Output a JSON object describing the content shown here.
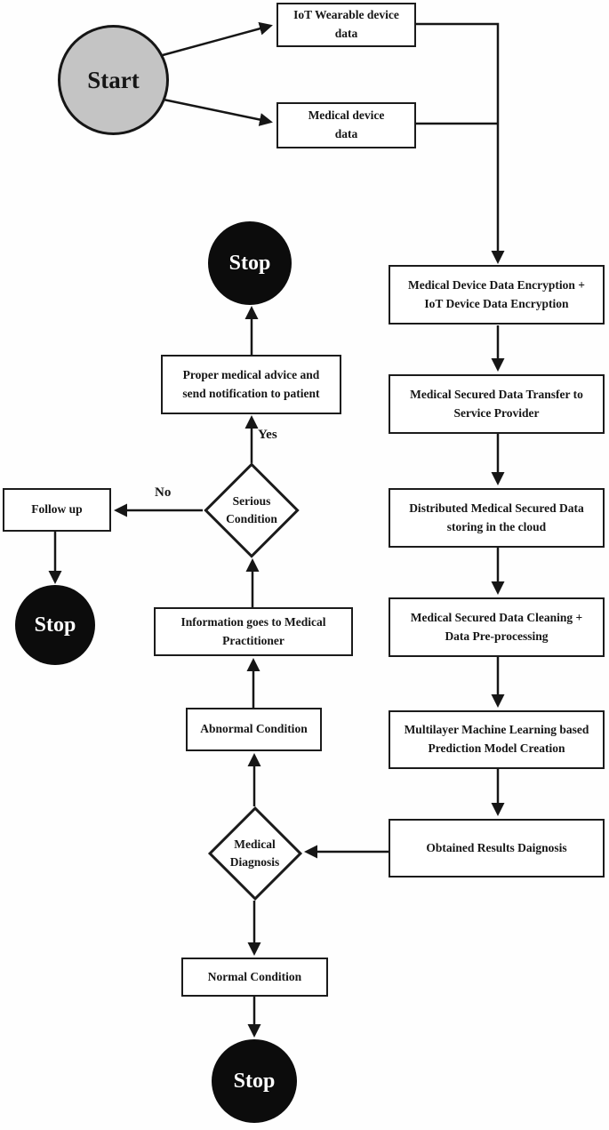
{
  "diagram": {
    "nodes": {
      "start": {
        "label": "Start"
      },
      "iot_data": {
        "label": [
          "IoT Wearable device",
          "data"
        ]
      },
      "medical_data": {
        "label": [
          "Medical device",
          "data"
        ]
      },
      "encryption": {
        "label": [
          "Medical Device Data Encryption +",
          "IoT Device Data Encryption"
        ]
      },
      "transfer": {
        "label": [
          "Medical Secured Data Transfer to",
          "Service Provider"
        ]
      },
      "storing": {
        "label": [
          "Distributed Medical Secured Data",
          "storing in the cloud"
        ]
      },
      "cleaning": {
        "label": [
          "Medical Secured Data Cleaning +",
          "Data Pre-processing"
        ]
      },
      "model": {
        "label": [
          "Multilayer Machine Learning based",
          "Prediction Model Creation"
        ]
      },
      "results": {
        "label": "Obtained Results Daignosis"
      },
      "diagnosis": {
        "label": [
          "Medical",
          "Diagnosis"
        ]
      },
      "normal": {
        "label": "Normal Condition"
      },
      "abnormal": {
        "label": "Abnormal Condition"
      },
      "practitioner": {
        "label": [
          "Information goes to Medical",
          "Practitioner"
        ]
      },
      "serious": {
        "label": [
          "Serious",
          "Condition"
        ]
      },
      "advice": {
        "label": [
          "Proper medical advice and",
          "send notification to patient"
        ]
      },
      "followup": {
        "label": "Follow up"
      },
      "stop_top": {
        "label": "Stop"
      },
      "stop_left": {
        "label": "Stop"
      },
      "stop_bottom": {
        "label": "Stop"
      }
    },
    "edge_labels": {
      "yes": "Yes",
      "no": "No"
    },
    "colors": {
      "start_fill": "#c4c4c4",
      "stop_fill": "#0c0c0c",
      "box_fill": "#ffffff",
      "stroke": "#1b1b1b",
      "background": "#fefefe"
    }
  }
}
